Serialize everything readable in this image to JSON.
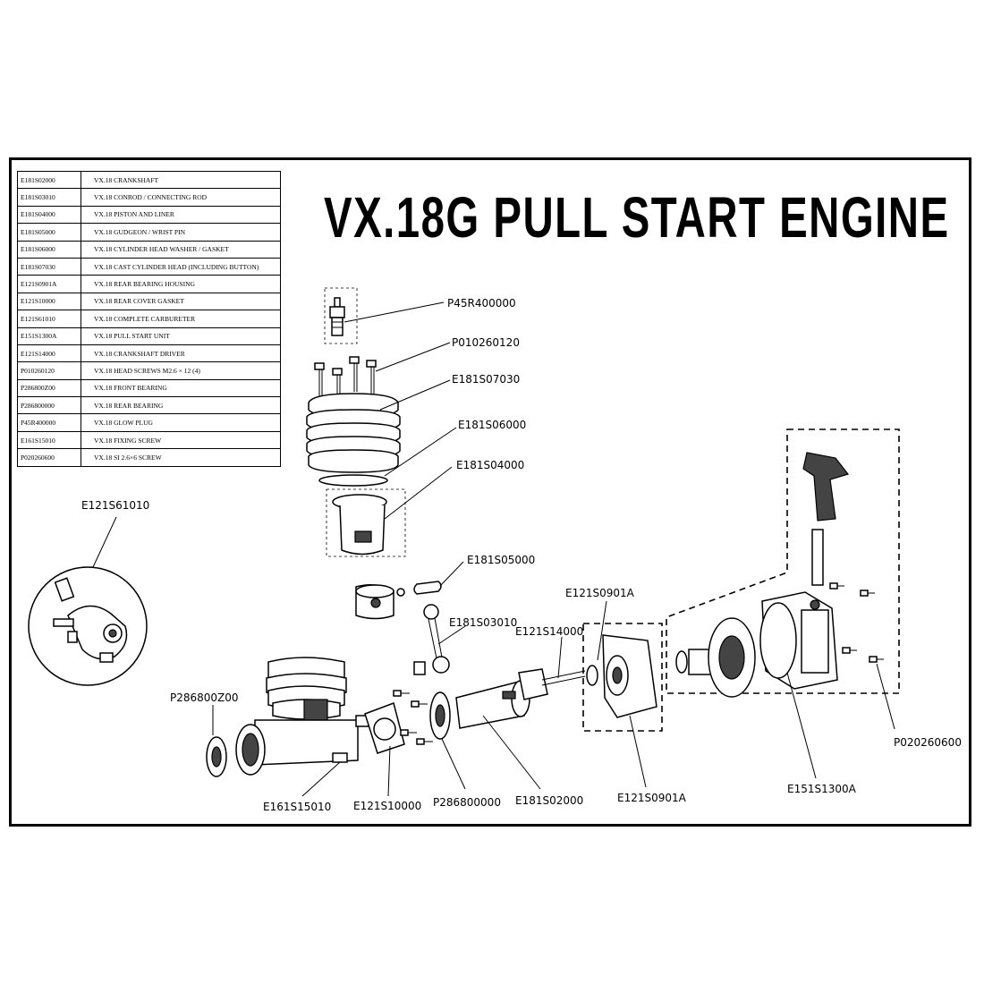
{
  "title": "VX.18G PULL START ENGINE",
  "parts": [
    {
      "code": "E181S02000",
      "desc": "VX.18 CRANKSHAFT"
    },
    {
      "code": "E181S03010",
      "desc": "VX.18 CONROD  / CONNECTING ROD"
    },
    {
      "code": "E181S04000",
      "desc": "VX.18 PISTON AND LINER"
    },
    {
      "code": "E181S05000",
      "desc": "VX.18 GUDGEON   / WRIST PIN"
    },
    {
      "code": "E181S06000",
      "desc": "VX.18 CYLINDER HEAD WASHER / GASKET"
    },
    {
      "code": "E181S07030",
      "desc": "VX.18 CAST CYLINDER HEAD (INCLUDING BUTTON)"
    },
    {
      "code": "E121S0901A",
      "desc": "VX.18 REAR BEARING HOUSING"
    },
    {
      "code": "E121S10000",
      "desc": "VX.18 REAR COVER GASKET"
    },
    {
      "code": "E121S61010",
      "desc": "VX.18 COMPLETE  CARBURETER"
    },
    {
      "code": "E151S1300A",
      "desc": "VX.18 PULL  START UNIT"
    },
    {
      "code": "E121S14000",
      "desc": "VX.18 CRANKSHAFT DRIVER"
    },
    {
      "code": "P010260120",
      "desc": "VX.18 HEAD SCREWS M2.6 × 12 (4)"
    },
    {
      "code": "P286800Z00",
      "desc": "VX.18 FRONT BEARING"
    },
    {
      "code": "P286800000",
      "desc": "VX.18 REAR BEARING"
    },
    {
      "code": "P45R400000",
      "desc": "VX.18 GLOW PLUG"
    },
    {
      "code": "E161S15010",
      "desc": "VX.18 FIXING SCREW"
    },
    {
      "code": "P020260600",
      "desc": "VX.18 SI 2.6×6 SCREW"
    }
  ],
  "callouts": {
    "glow_plug": "P45R400000",
    "head_screws": "P010260120",
    "cylinder_head": "E181S07030",
    "head_gasket": "E181S06000",
    "piston_liner": "E181S04000",
    "carburetor": "E121S61010",
    "wrist_pin": "E181S05000",
    "bearing_housing_top": "E121S0901A",
    "conrod": "E181S03010",
    "crankshaft_driver": "E121S14000",
    "front_bearing": "P286800Z00",
    "screw_right": "P020260600",
    "fixing_screw": "E161S15010",
    "rear_cover_gasket": "E121S10000",
    "rear_bearing": "P286800000",
    "crankshaft": "E181S02000",
    "bearing_housing_bottom": "E121S0901A",
    "pull_start": "E151S1300A"
  }
}
